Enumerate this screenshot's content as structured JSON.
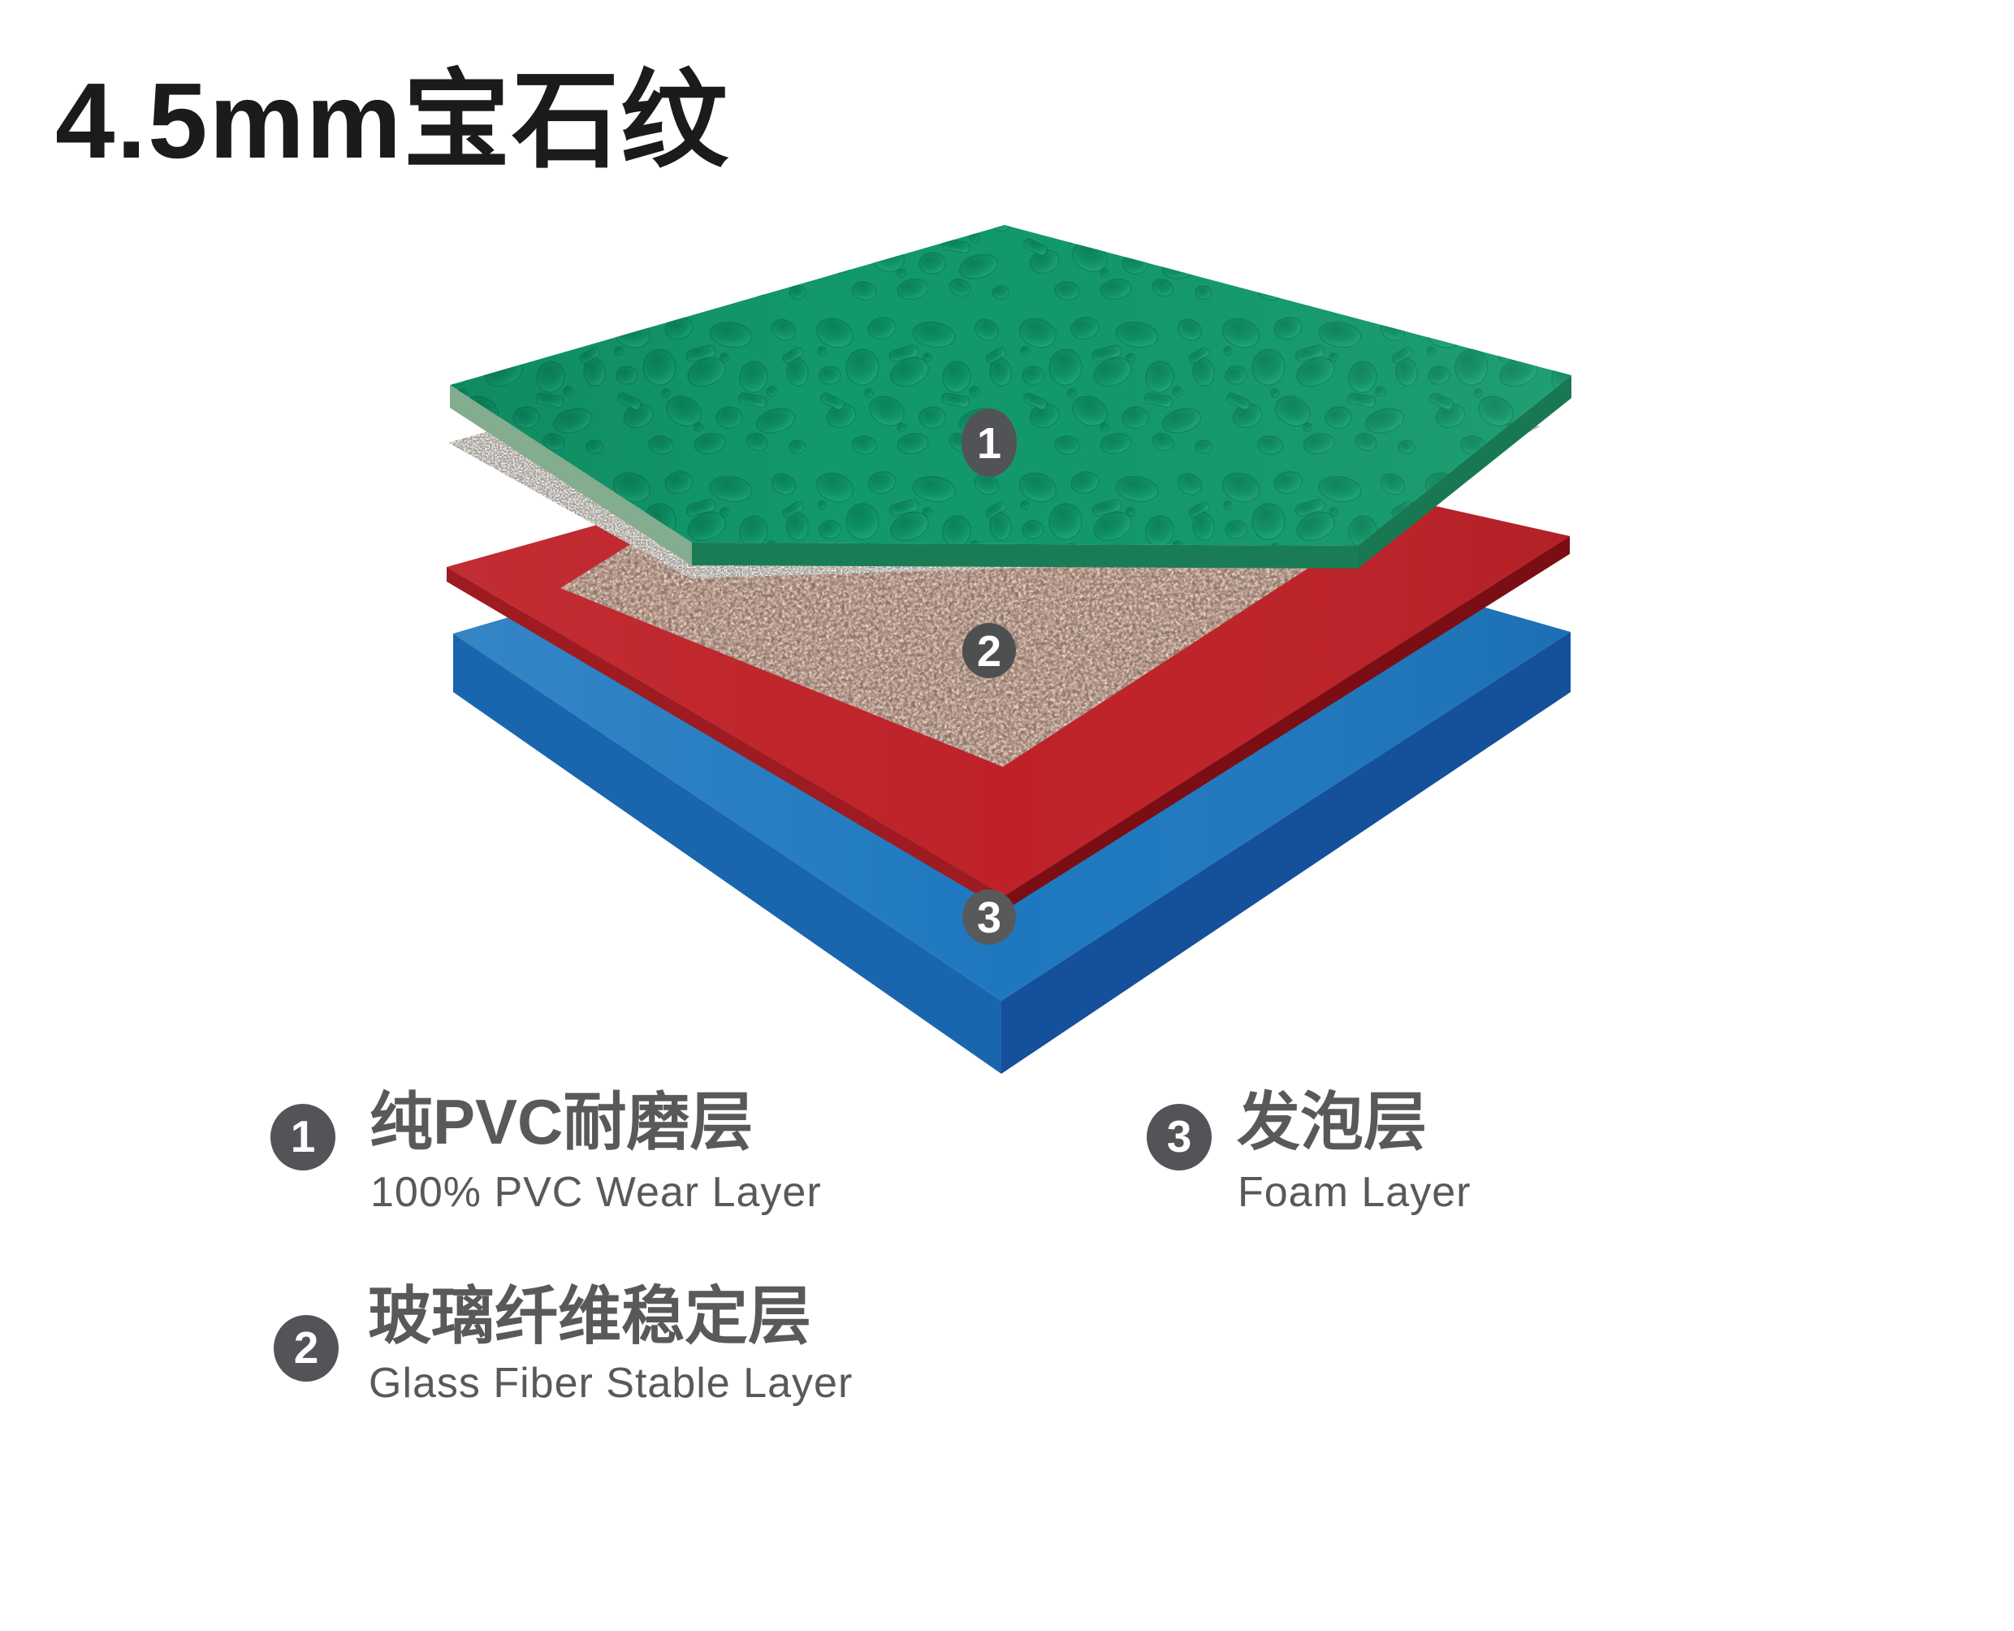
{
  "title": "4.5mm宝石纹",
  "diagram": {
    "markers": [
      "1",
      "2",
      "3"
    ],
    "layers": [
      "pvc-wear-layer",
      "glass-fiber-sheet",
      "stable-speckle-layer",
      "dense-red-layer",
      "foam-layer"
    ]
  },
  "legend": [
    {
      "num": "1",
      "zh": "纯PVC耐磨层",
      "en": "100% PVC Wear Layer"
    },
    {
      "num": "2",
      "zh": "玻璃纤维稳定层",
      "en": "Glass Fiber Stable Layer"
    },
    {
      "num": "3",
      "zh": "发泡层",
      "en": "Foam Layer"
    }
  ],
  "colors": {
    "wear_layer_green": "#12996B",
    "green_edge_dark": "#1A7C54",
    "green_edge_light": "#84AC8F",
    "fiber_white": "#F6F4F1",
    "stable_beige": "#EBD2C4",
    "beige_speckle": "#A98E82",
    "dense_red": "#BE2228",
    "red_edge_left": "#9E1B22",
    "red_edge_right": "#7A0E14",
    "foam_blue": "#1E78BF",
    "blue_edge_left": "#1A66AE",
    "blue_edge_right": "#15509B",
    "badge_gray": "#525356",
    "text_gray": "#58595B",
    "title_black": "#1B1B1B"
  }
}
